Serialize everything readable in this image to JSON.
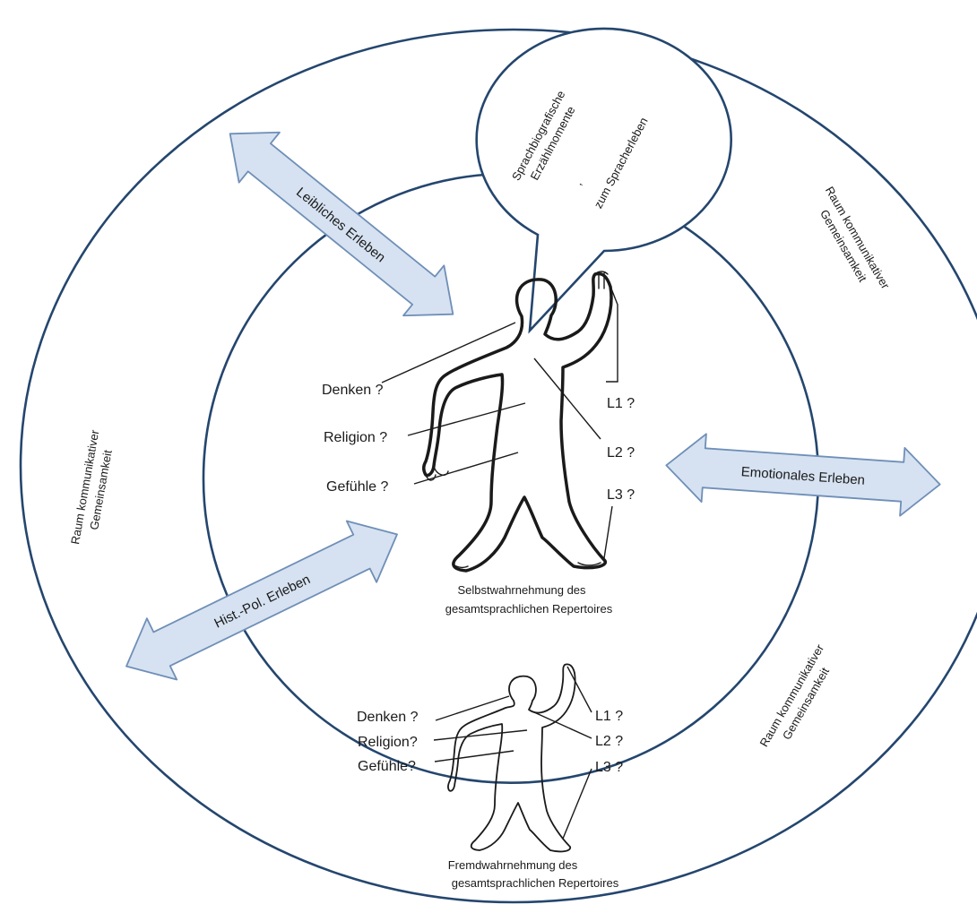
{
  "space_labels": {
    "top_right": [
      "Raum kommunikativer",
      "Gemeinsamkeit"
    ],
    "left": [
      "Raum kommunikativer",
      "Gemeinsamkeit"
    ],
    "bottom_right": [
      "Raum kommunikativer",
      "Gemeinsamkeit"
    ]
  },
  "bubble": {
    "line1": "Sprachbiografische",
    "line2": "Erzählmomente",
    "line3": "zum Spracherleben"
  },
  "arrows": {
    "leibliches": "Leibliches Erleben",
    "emotionales": "Emotionales Erleben",
    "historisch": "Hist.-Pol. Erleben"
  },
  "self_figure": {
    "denken": "Denken ?",
    "religion": "Religion ?",
    "gefuehle": "Gefühle ?",
    "l1": "L1 ?",
    "l2": "L2 ?",
    "l3": "L3 ?",
    "caption_line1": "Selbstwahrnehmung des",
    "caption_line2": "gesamtsprachlichen Repertoires"
  },
  "other_figure": {
    "denken": "Denken ?",
    "religion": "Religion?",
    "gefuehle": "Gefühle?",
    "l1": "L1 ?",
    "l2": "L2 ?",
    "l3": "L3 ?",
    "caption_line1": "Fremdwahrnehmung des",
    "caption_line2": "gesamtsprachlichen Repertoires"
  }
}
